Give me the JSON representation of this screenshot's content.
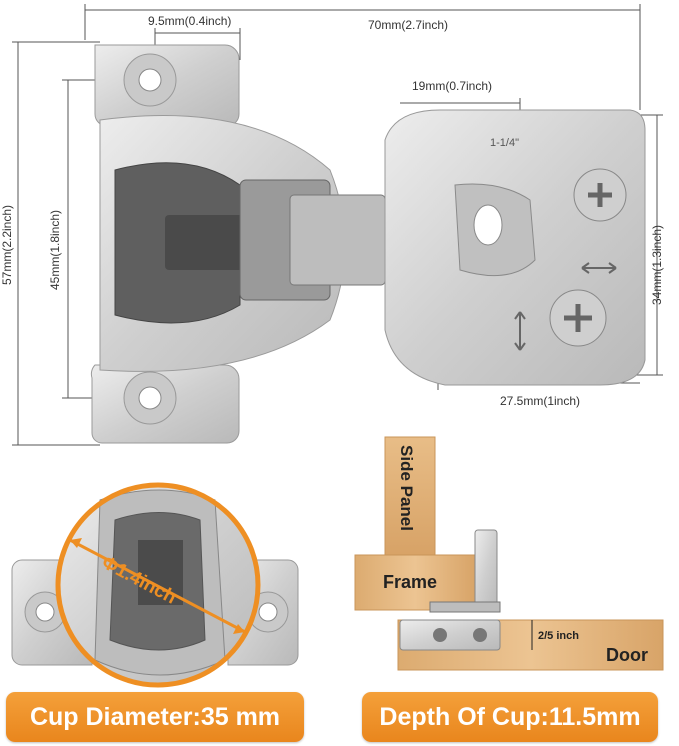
{
  "dimensions": {
    "overall_width": "70mm(2.7inch)",
    "hole_offset": "9.5mm(0.4inch)",
    "arm_width": "19mm(0.7inch)",
    "overall_height": "57mm(2.2inch)",
    "hole_spacing": "45mm(1.8inch)",
    "arm_height": "34mm(1.3inch)",
    "arm_length": "27.5mm(1inch)"
  },
  "cup_label": "Φ1.4inch",
  "diagram": {
    "side_panel": "Side Panel",
    "frame": "Frame",
    "door": "Door",
    "overlay": "2/5 inch"
  },
  "badges": {
    "cup_diameter": "Cup Diameter:35 mm",
    "cup_depth": "Depth Of Cup:11.5mm"
  },
  "colors": {
    "accent": "#ee8f23",
    "metal": "#d6d6d6",
    "wood": "#e5b57c"
  }
}
